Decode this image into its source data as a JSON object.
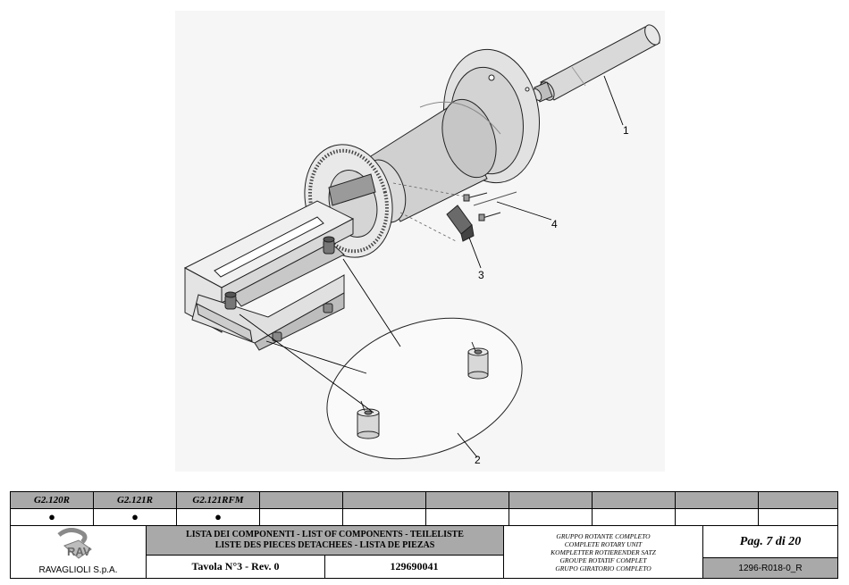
{
  "callouts": [
    "1",
    "2",
    "3",
    "4"
  ],
  "title_block": {
    "models": [
      {
        "name": "G2.120R",
        "mark": "●"
      },
      {
        "name": "G2.121R",
        "mark": "●"
      },
      {
        "name": "G2.121RFM",
        "mark": "●"
      }
    ],
    "company": "RAVAGLIOLI S.p.A.",
    "logo_letters": "RAV",
    "list_title_line1": "LISTA DEI COMPONENTI - LIST OF COMPONENTS - TEILELISTE",
    "list_title_line2": "LISTE DES PIECES DETACHEES - LISTA DE PIEZAS",
    "table_label": "Tavola N°3 - Rev. 0",
    "part_number": "129690041",
    "descriptions": [
      "GRUPPO ROTANTE COMPLETO",
      "COMPLETE ROTARY UNIT",
      "KOMPLETTER ROTIERENDER SATZ",
      "GROUPE ROTATIF COMPLET",
      "GRUPO GIRATORIO COMPLETO"
    ],
    "page_label": "Pag. 7 di 20",
    "document_code": "1296-R018-0_R"
  }
}
